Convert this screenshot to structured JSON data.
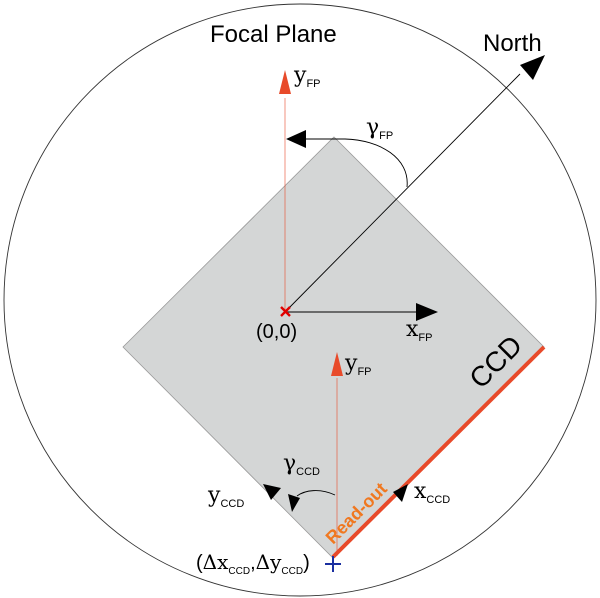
{
  "diagram": {
    "title": "Focal Plane",
    "north_label": "North",
    "ccd_label": "CCD",
    "readout_label": "Read-out",
    "origin_label": "(0,0)",
    "fp_axes": {
      "x_main": "x",
      "x_sub": "FP",
      "y_main": "y",
      "y_sub": "FP",
      "angle_main": "γ",
      "angle_sub": "FP"
    },
    "ccd_axes": {
      "y_fp_main": "y",
      "y_fp_sub": "FP",
      "x_main": "x",
      "x_sub": "CCD",
      "y_main": "y",
      "y_sub": "CCD",
      "angle_main": "γ",
      "angle_sub": "CCD"
    },
    "offset_label": {
      "open": "(",
      "dx_main": "Δx",
      "dx_sub": "CCD",
      "comma": ",",
      "dy_main": "Δy",
      "dy_sub": "CCD",
      "close": ")"
    },
    "colors": {
      "ccd_fill": "#d4d6d6",
      "ccd_stroke": "#9a9a9a",
      "readout_edge": "#e84a2a",
      "readout_text": "#f07820",
      "axis_red": "#e84a2a",
      "origin_mark": "#e00000",
      "offset_mark": "#1a2fa0"
    },
    "icons": [
      "origin-cross-icon",
      "offset-cross-icon"
    ]
  }
}
